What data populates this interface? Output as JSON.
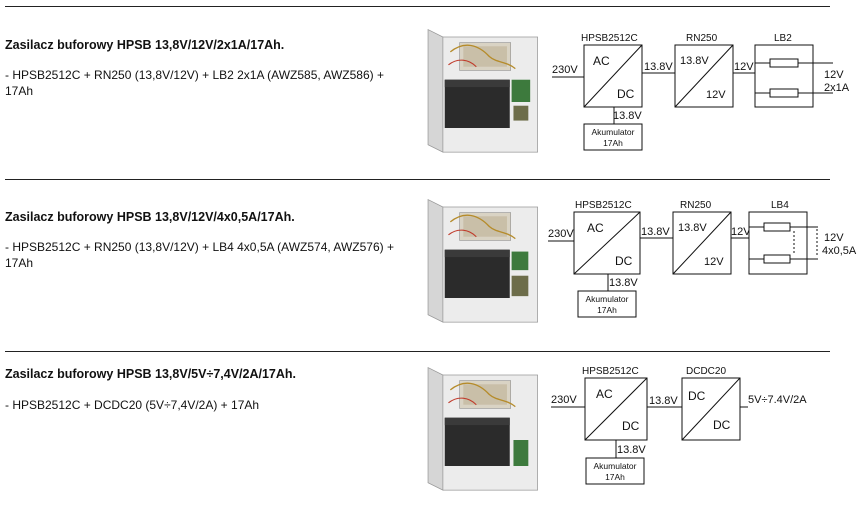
{
  "sections": [
    {
      "title": "Zasilacz buforowy HPSB 13,8V/12V/2x1A/17Ah.",
      "desc": "- HPSB2512C + RN250 (13,8V/12V) + LB2 2x1A (AWZ585, AWZ586) + 17Ah",
      "diagram": {
        "psu_name": "HPSB2512C",
        "psu_top": "AC",
        "psu_bottom": "DC",
        "input": "230V",
        "link1": "13.8V",
        "mod2_name": "RN250",
        "mod2_top": "13.8V",
        "mod2_bottom": "12V",
        "link2": "12V",
        "mod3_name": "LB2",
        "out_line1": "12V",
        "out_line2": "2x1A",
        "batt_v": "13.8V",
        "batt_line1": "Akumulator",
        "batt_line2": "17Ah"
      }
    },
    {
      "title": "Zasilacz buforowy HPSB 13,8V/12V/4x0,5A/17Ah.",
      "desc": "- HPSB2512C + RN250 (13,8V/12V) + LB4 4x0,5A (AWZ574, AWZ576) + 17Ah",
      "diagram": {
        "psu_name": "HPSB2512C",
        "psu_top": "AC",
        "psu_bottom": "DC",
        "input": "230V",
        "link1": "13.8V",
        "mod2_name": "RN250",
        "mod2_top": "13.8V",
        "mod2_bottom": "12V",
        "link2": "12V",
        "mod3_name": "LB4",
        "out_line1": "12V",
        "out_line2": "4x0,5A",
        "batt_v": "13.8V",
        "batt_line1": "Akumulator",
        "batt_line2": "17Ah"
      }
    },
    {
      "title": "Zasilacz buforowy HPSB 13,8V/5V÷7,4V/2A/17Ah.",
      "desc": "- HPSB2512C + DCDC20 (5V÷7,4V/2A) + 17Ah",
      "diagram": {
        "psu_name": "HPSB2512C",
        "psu_top": "AC",
        "psu_bottom": "DC",
        "input": "230V",
        "link1": "13.8V",
        "mod2_name": "DCDC20",
        "mod2_top": "DC",
        "mod2_bottom": "DC",
        "output": "5V÷7.4V/2A",
        "batt_v": "13.8V",
        "batt_line1": "Akumulator",
        "batt_line2": "17Ah"
      }
    }
  ],
  "colors": {
    "enclosure": "#e9e9e9",
    "battery": "#2b2b2b",
    "board": "#3d7a3d",
    "line": "#111111"
  }
}
